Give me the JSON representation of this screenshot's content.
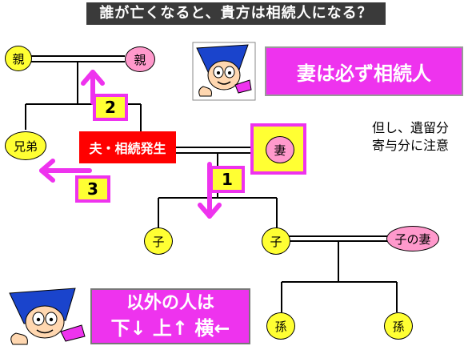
{
  "title": "誰が亡くなると、貴方は相続人になる？",
  "people": {
    "parent_left": "親",
    "parent_right": "親",
    "sibling": "兄弟",
    "husband": "夫・相続発生",
    "wife": "妻",
    "child_left": "子",
    "child_right": "子",
    "child_spouse": "子の妻",
    "grandchild_left": "孫",
    "grandchild_right": "孫"
  },
  "steps": [
    "1",
    "2",
    "3"
  ],
  "callout": "妻は必ず相続人",
  "note": {
    "line1": "但し、遺留分",
    "line2": "寄与分に注意"
  },
  "summary": {
    "line1": "以外の人は",
    "line2": "下↓ 上↑ 横←"
  },
  "colors": {
    "magenta": "#ee33ee",
    "yellow": "#ffff33",
    "pink": "#ff99cc",
    "red": "#ff0000",
    "title_bg": "#3a3a3a"
  },
  "icons": {
    "mascot": "mascot-character-icon"
  }
}
